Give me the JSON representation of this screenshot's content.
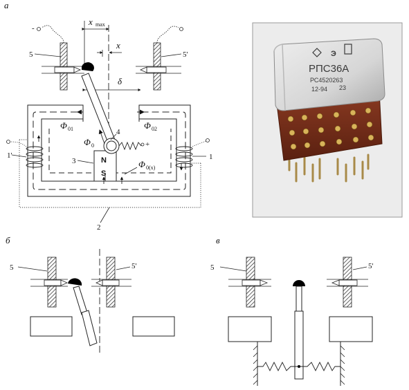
{
  "panel_labels": {
    "a": "а",
    "b": "б",
    "c": "в"
  },
  "diagram_a": {
    "xmax": "x",
    "xmax_sub": "max",
    "x": "x",
    "delta": "δ",
    "contact_left": "5",
    "contact_right": "5'",
    "coil_left": "1'",
    "coil_right": "1",
    "magnet_number": "3",
    "armature_number": "4",
    "core_number": "2",
    "magnet_n": "N",
    "magnet_s": "S",
    "phi01": "Φ",
    "phi01_sub": "01",
    "phi02": "Φ",
    "phi02_sub": "02",
    "phi0": "Φ",
    "phi0_sub": "0",
    "phi0x": "Φ",
    "phi0x_sub": "0(x)"
  },
  "photo": {
    "model": "РПС36А",
    "code": "РС4520263",
    "date": "12-94",
    "batch": "23",
    "mark": "Э"
  },
  "diagram_b": {
    "contact_left": "5",
    "contact_right": "5'"
  },
  "diagram_c": {
    "contact_left": "5",
    "contact_right": "5'"
  }
}
